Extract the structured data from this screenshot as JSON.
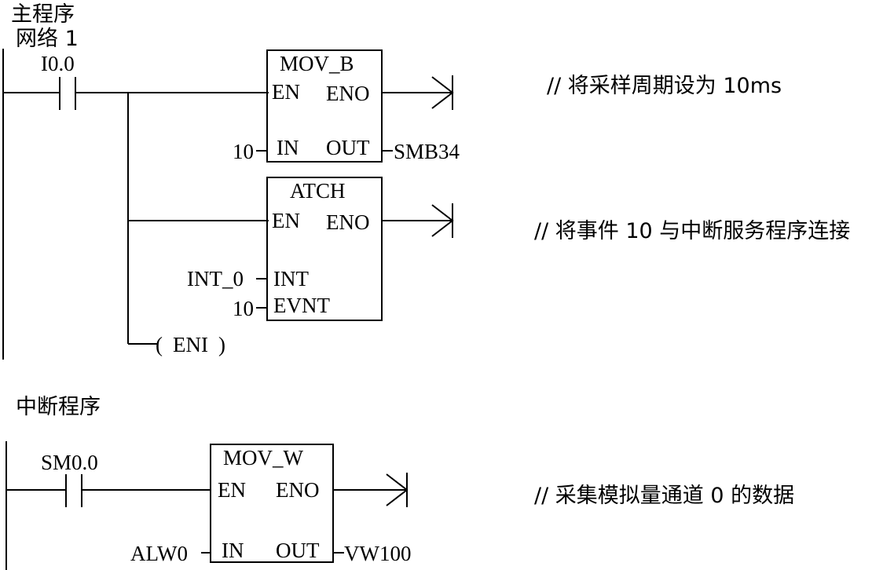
{
  "main": {
    "title": "主程序",
    "network": "网络 1",
    "contact_label": "I0.0",
    "mov_b": {
      "name": "MOV_B",
      "en": "EN",
      "eno": "ENO",
      "in_pin": "IN",
      "out_pin": "OUT",
      "in_value": "10",
      "out_value": "SMB34"
    },
    "atch": {
      "name": "ATCH",
      "en": "EN",
      "eno": "ENO",
      "int_pin": "INT",
      "evnt_pin": "EVNT",
      "int_value": "INT_0",
      "evnt_value": "10"
    },
    "eni_open": "(",
    "eni_text": "ENI",
    "eni_close": ")",
    "comment_1": "// 将采样周期设为 10ms",
    "comment_2": "// 将事件 10 与中断服务程序连接"
  },
  "interrupt": {
    "title": "中断程序",
    "contact_label": "SM0.0",
    "mov_w": {
      "name": "MOV_W",
      "en": "EN",
      "eno": "ENO",
      "in_pin": "IN",
      "out_pin": "OUT",
      "in_value": "ALW0",
      "out_value": "VW100"
    },
    "comment": "// 采集模拟量通道 0 的数据"
  }
}
